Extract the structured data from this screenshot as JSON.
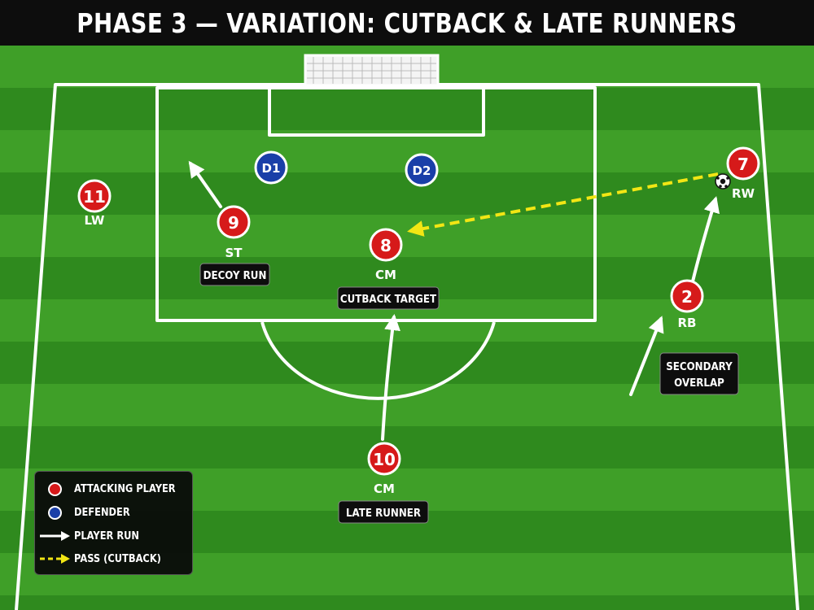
{
  "title": "PHASE 3 — VARIATION: CUTBACK & LATE RUNNERS",
  "colors": {
    "attacker": "#d61a1a",
    "defender": "#1a3fa8",
    "pitch_light": "#3f9f28",
    "pitch_dark": "#2f8a1e",
    "lines": "#ffffff",
    "pass": "#f2e614"
  },
  "players": [
    {
      "team": "attack",
      "number": "11",
      "position": "LW"
    },
    {
      "team": "attack",
      "number": "9",
      "position": "ST"
    },
    {
      "team": "attack",
      "number": "8",
      "position": "CM"
    },
    {
      "team": "attack",
      "number": "7",
      "position": "RW"
    },
    {
      "team": "attack",
      "number": "2",
      "position": "RB"
    },
    {
      "team": "attack",
      "number": "10",
      "position": "CM"
    },
    {
      "team": "defence",
      "number": "D1",
      "position": ""
    },
    {
      "team": "defence",
      "number": "D2",
      "position": ""
    }
  ],
  "tags": {
    "decoy": "DECOY RUN",
    "cutback": "CUTBACK TARGET",
    "overlap_line1": "SECONDARY",
    "overlap_line2": "OVERLAP",
    "late": "LATE RUNNER"
  },
  "legend": {
    "attacking": "ATTACKING PLAYER",
    "defender": "DEFENDER",
    "run": "PLAYER RUN",
    "pass": "PASS (CUTBACK)"
  }
}
